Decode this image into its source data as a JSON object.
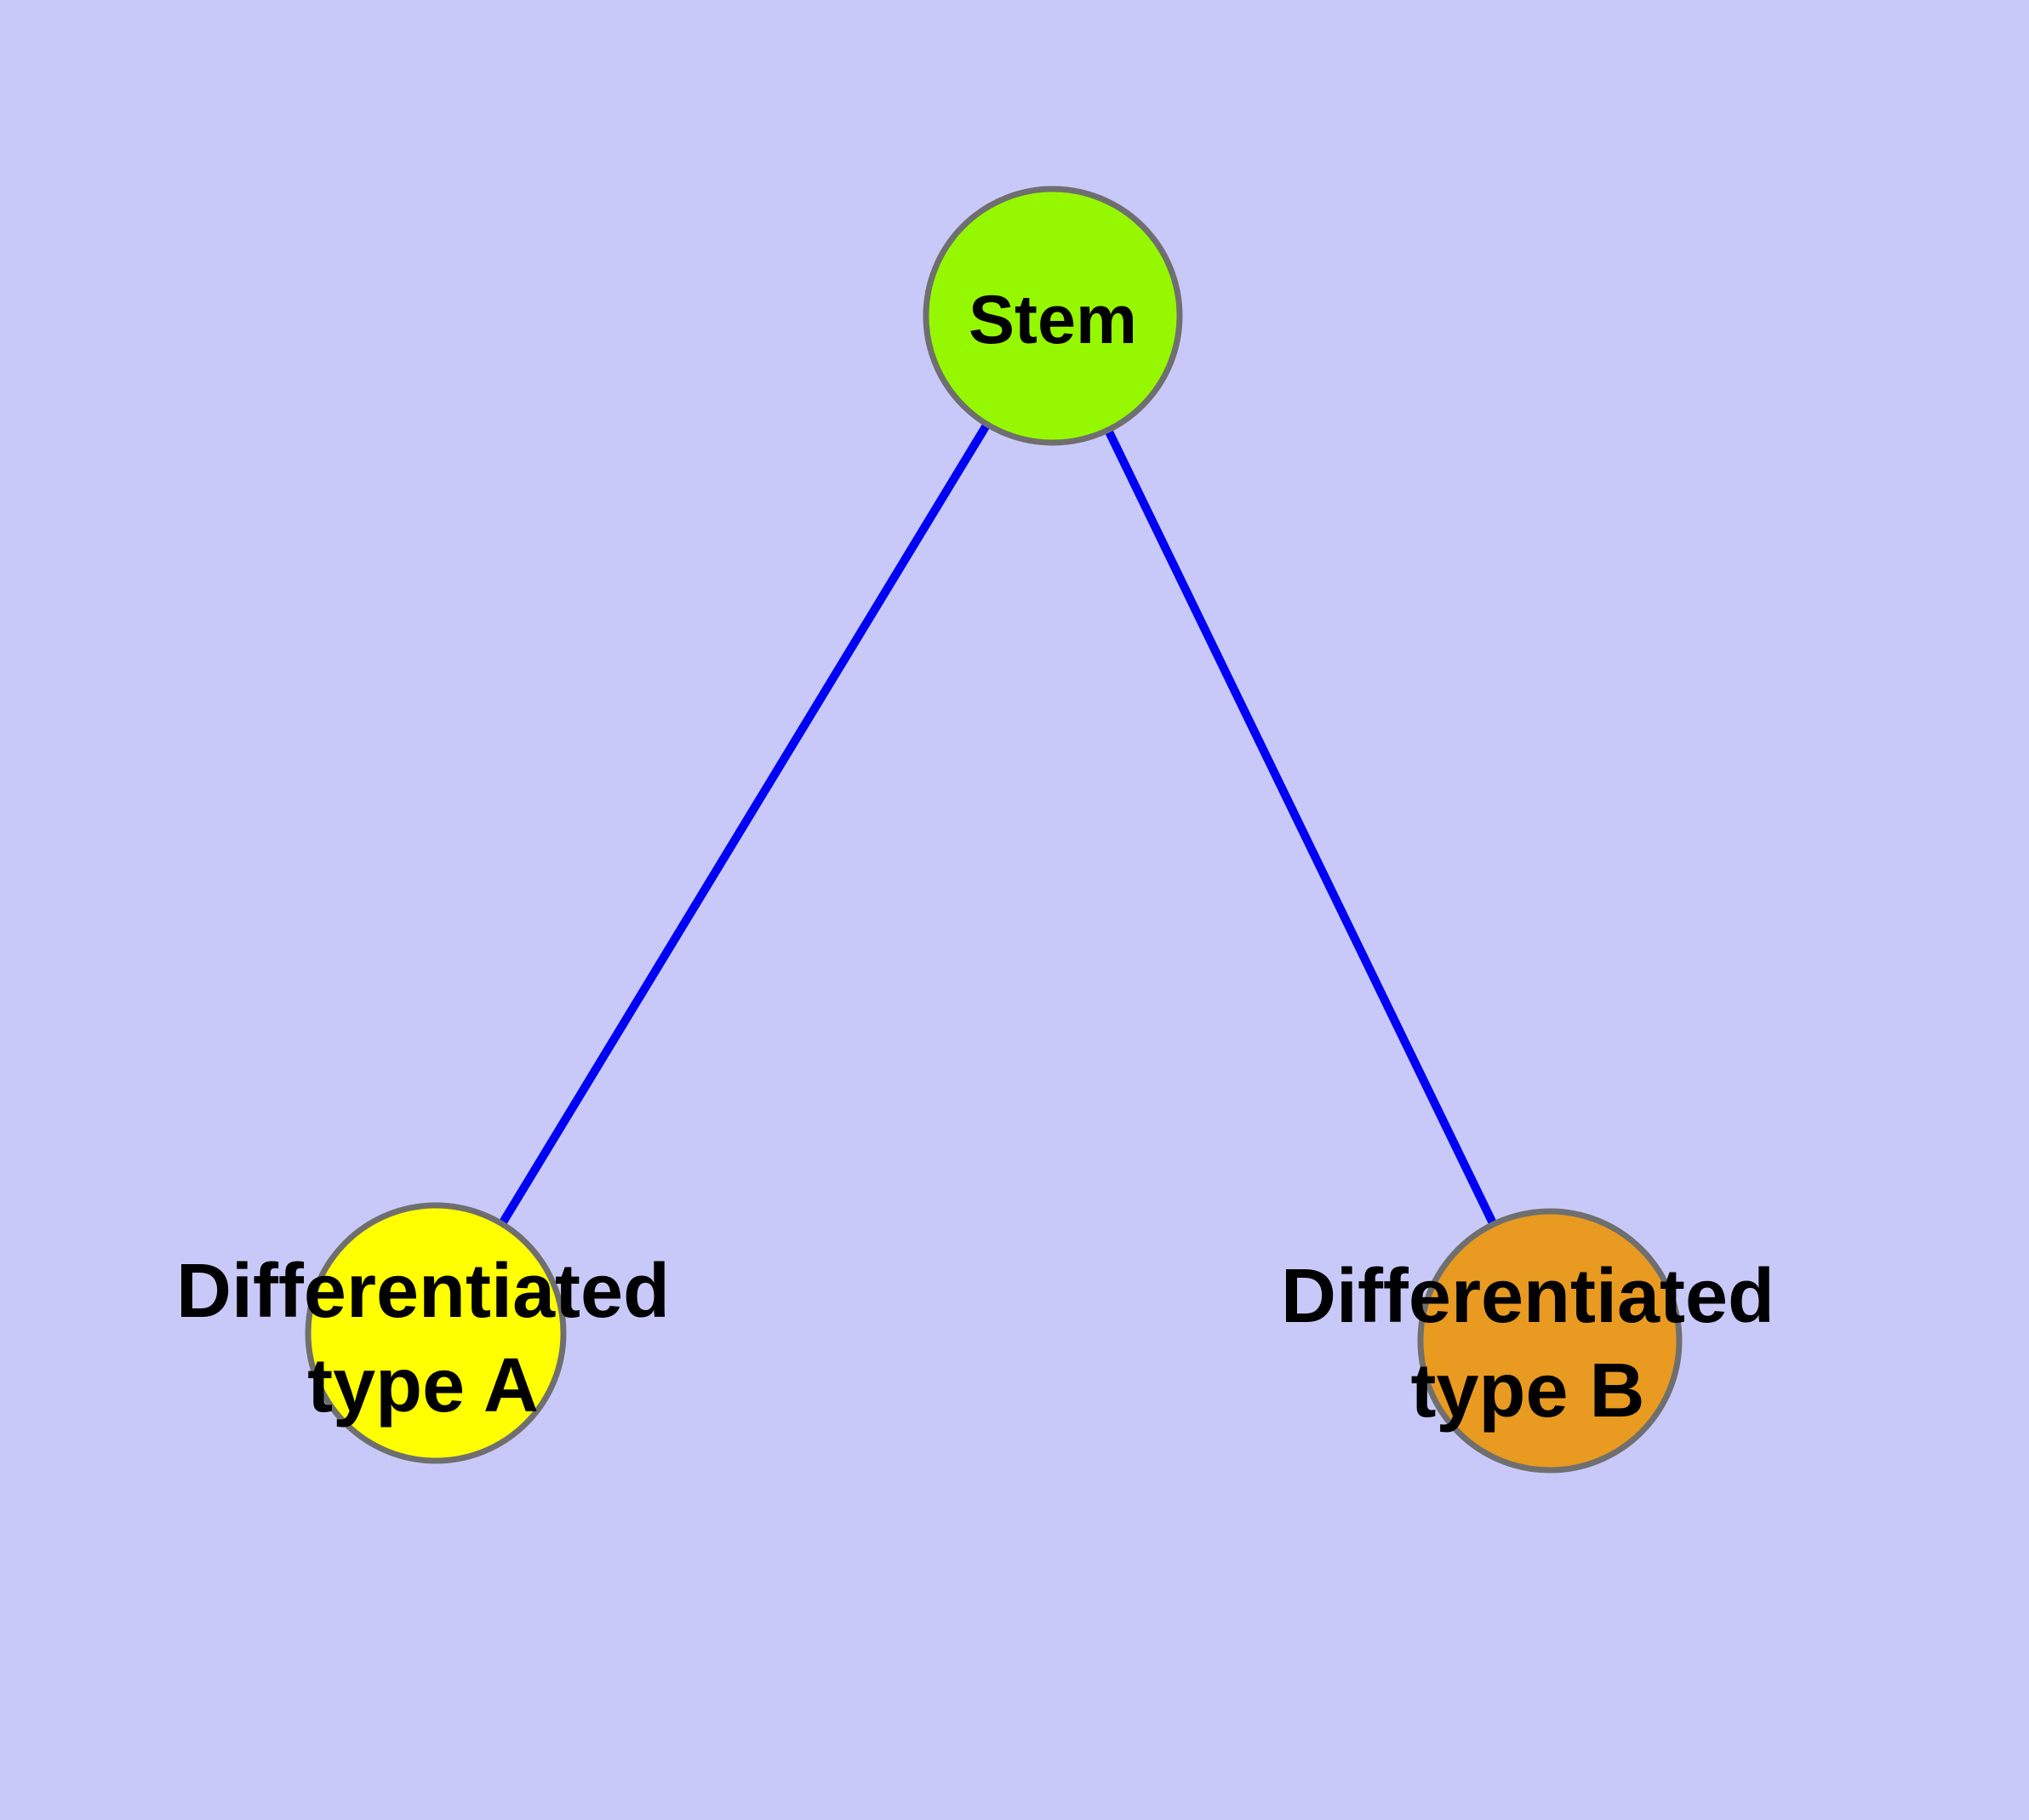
{
  "diagram": {
    "background_color": "#C9C9F9",
    "nodes": {
      "stem": {
        "label": "Stem",
        "fill_color": "#96F800",
        "border_color": "#6F6F6F",
        "text_color": "#000000"
      },
      "type_a": {
        "label_line1": "Differentiated",
        "label_line2": "type A",
        "fill_color": "#FFFF00",
        "border_color": "#6F6F6F",
        "text_color": "#000000"
      },
      "type_b": {
        "label_line1": "Differentiated",
        "label_line2": "type B",
        "fill_color": "#E99A20",
        "border_color": "#6F6F6F",
        "text_color": "#000000"
      }
    },
    "edges": [
      {
        "from": "stem",
        "to": "type_a",
        "color": "#0000F5"
      },
      {
        "from": "stem",
        "to": "type_b",
        "color": "#0000F5"
      }
    ]
  }
}
